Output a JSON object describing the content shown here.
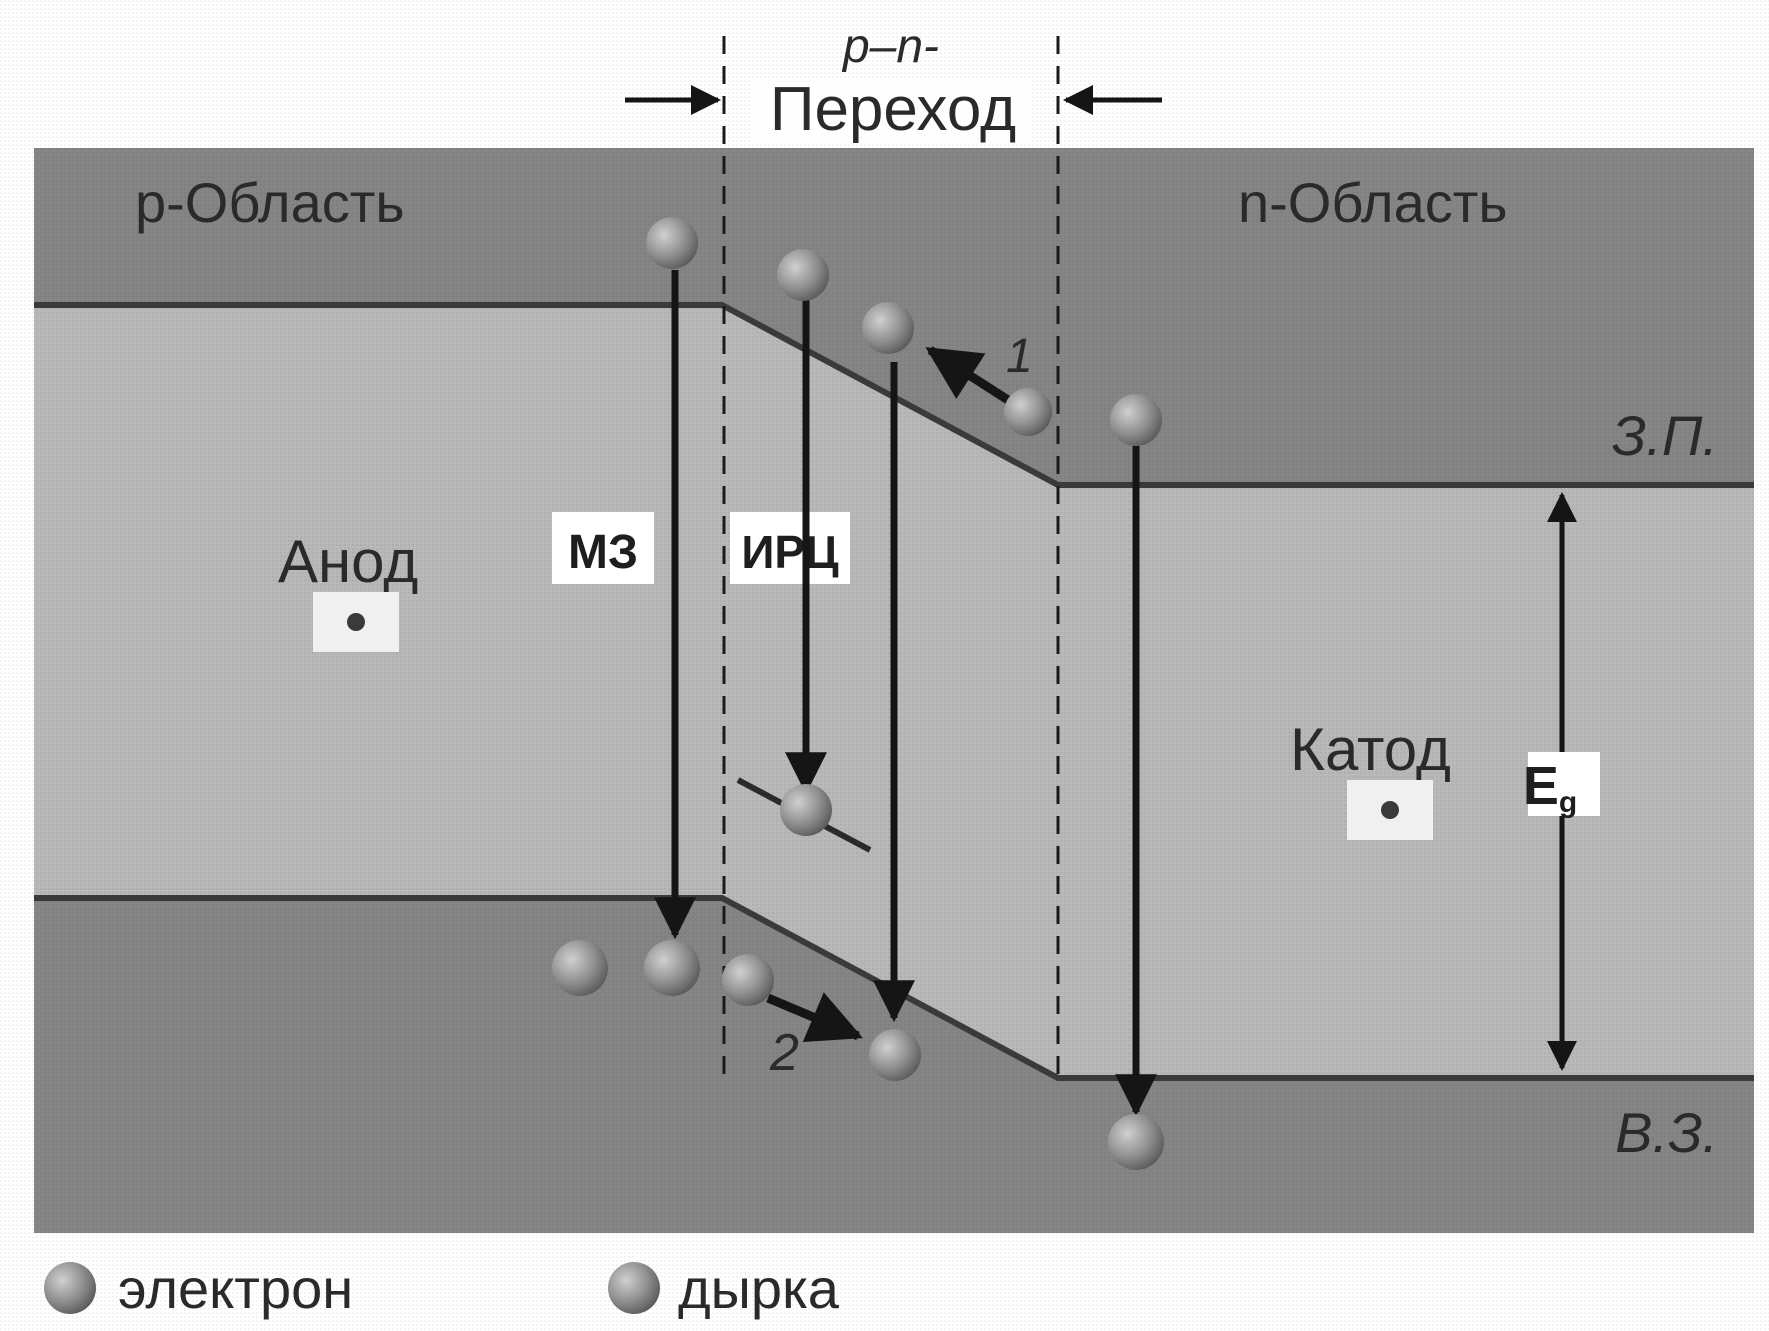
{
  "header": {
    "junction_line1": "p–n-",
    "junction_line2": "Переход"
  },
  "regions": {
    "p_region": "p-Область",
    "n_region": "n-Область"
  },
  "bands": {
    "conduction": "З.П.",
    "valence": "В.З."
  },
  "electrodes": {
    "anode": "Анод",
    "cathode": "Катод"
  },
  "processes": {
    "mz": "МЗ",
    "irc": "ИРЦ",
    "marker_1": "1",
    "marker_2": "2"
  },
  "gap": {
    "label_main": "E",
    "label_sub": "g"
  },
  "legend": {
    "electron": "электрон",
    "hole": "дырка"
  },
  "colors": {
    "band_top": "#7d7d7d",
    "gap_fill": "#b8b8b8",
    "band_bottom": "#858585",
    "band_edge": "#3a3a3a",
    "arrow": "#151515",
    "particle": "#9a9a9a"
  }
}
